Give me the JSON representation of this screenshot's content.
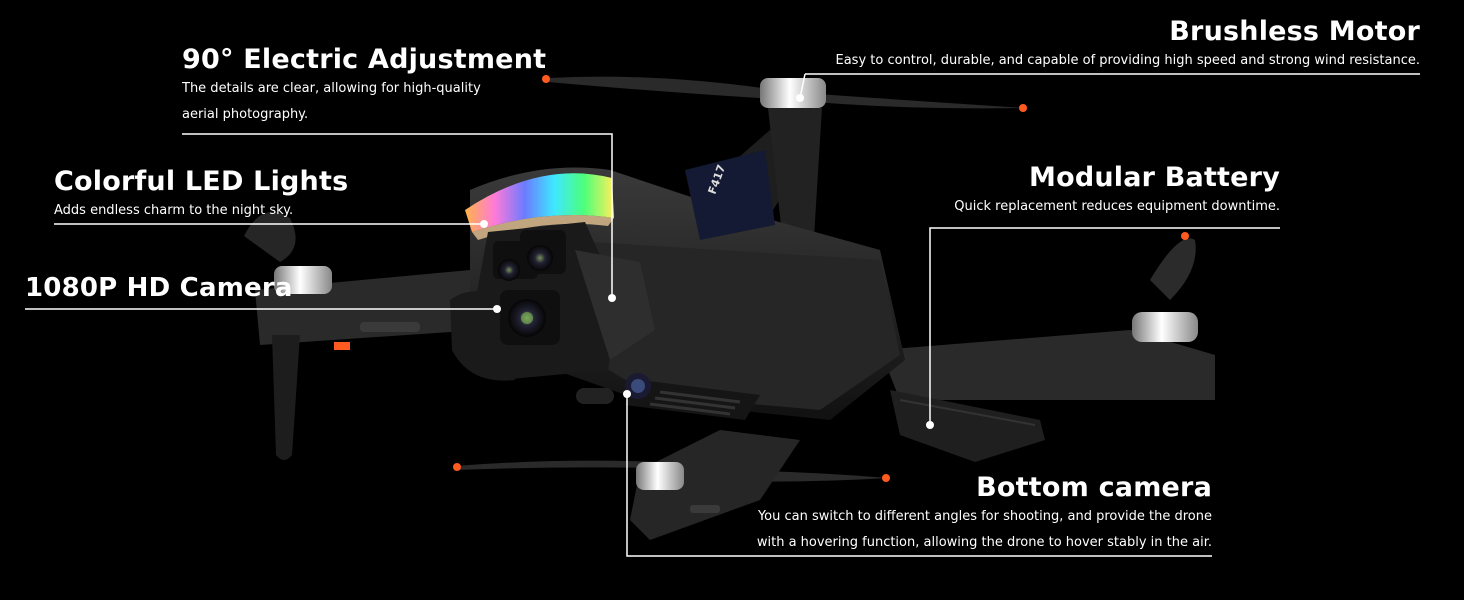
{
  "features": {
    "brushless_motor": {
      "title": "Brushless Motor",
      "description": "Easy to control, durable, and capable of providing high speed and strong wind resistance."
    },
    "electric_adjustment": {
      "title": "90° Electric Adjustment",
      "description_line1": "The details are clear, allowing for high-quality",
      "description_line2": "aerial photography."
    },
    "led_lights": {
      "title": "Colorful LED Lights",
      "description": "Adds endless charm to the night sky."
    },
    "modular_battery": {
      "title": "Modular Battery",
      "description": "Quick replacement reduces equipment downtime."
    },
    "hd_camera": {
      "title": "1080P HD Camera"
    },
    "bottom_camera": {
      "title": "Bottom camera",
      "description_line1": "You can switch to different angles for shooting, and provide the drone",
      "description_line2": "with a hovering function, allowing the drone to hover stably in the air."
    }
  },
  "drone": {
    "model_label": "F417"
  },
  "colors": {
    "background": "#000000",
    "text": "#ffffff",
    "callout_line": "#ffffff",
    "propeller_tip": "#ff5a1f",
    "body": "#1c1c1c"
  }
}
